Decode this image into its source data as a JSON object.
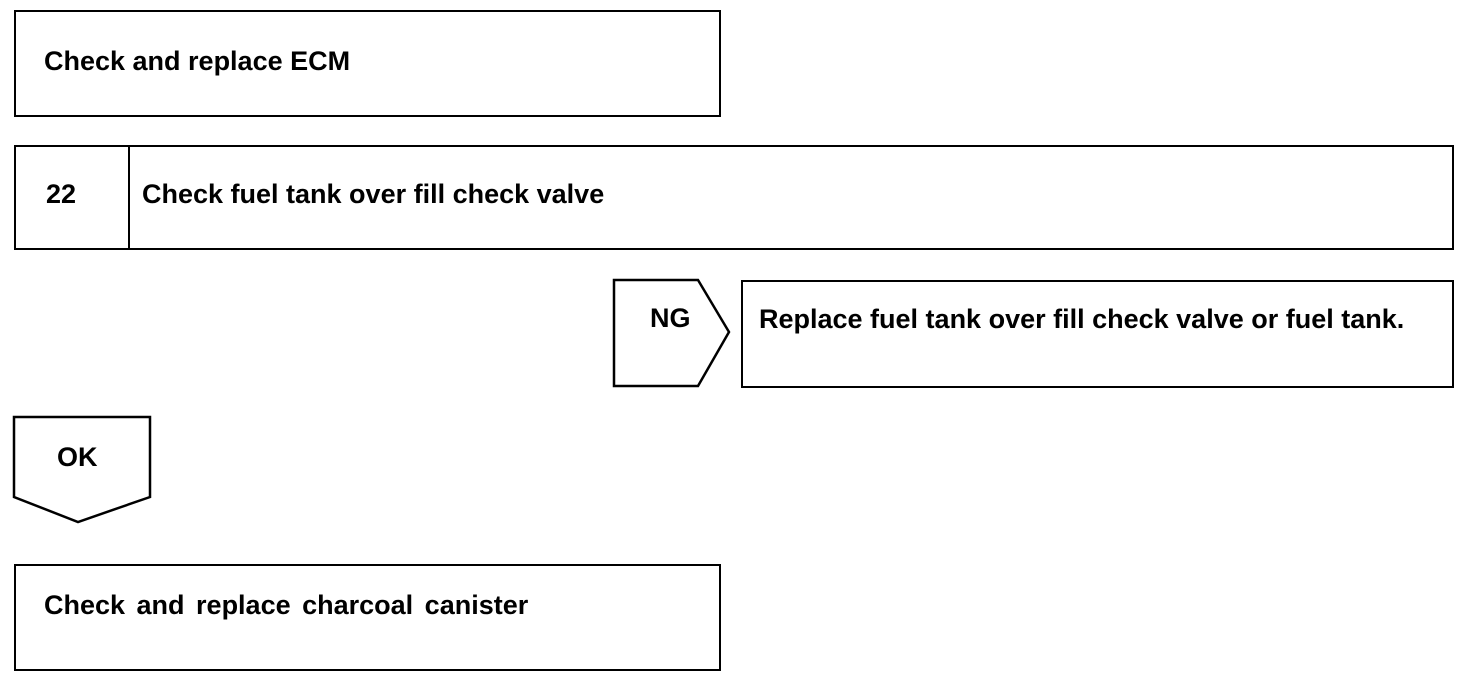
{
  "boxes": {
    "ecm_check": "Check and replace ECM",
    "step_number": "22",
    "step_title": "Check fuel tank over fill check valve",
    "ng_action": "Replace fuel tank over fill check valve or fuel tank.",
    "ok_action": "Check and replace charcoal canister"
  },
  "tags": {
    "ng": "NG",
    "ok": "OK"
  }
}
